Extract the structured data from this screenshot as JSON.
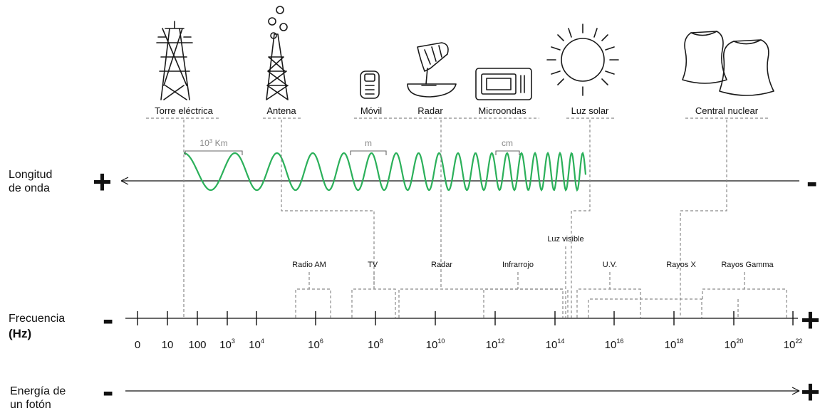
{
  "sources": [
    {
      "label": "Torre eléctrica",
      "icon": "power-tower-icon"
    },
    {
      "label": "Antena",
      "icon": "antenna-icon"
    },
    {
      "label": "Móvil",
      "icon": "mobile-phone-icon"
    },
    {
      "label": "Radar",
      "icon": "radar-icon"
    },
    {
      "label": "Microondas",
      "icon": "microwave-icon"
    },
    {
      "label": "Luz solar",
      "icon": "sun-icon"
    },
    {
      "label": "Central nuclear",
      "icon": "nuclear-plant-icon"
    }
  ],
  "wavelength": {
    "label_line1": "Longitud",
    "label_line2": "de onda",
    "left_sign": "+",
    "right_sign": "-",
    "scale_labels": [
      {
        "base": "10",
        "exp": "3",
        "unit": " Km"
      },
      {
        "text": "m"
      },
      {
        "text": "cm"
      }
    ],
    "wave_color": "#2bb05a"
  },
  "bands": [
    "Radio AM",
    "TV",
    "Radar",
    "Infrarrojo",
    "Luz visible",
    "U.V.",
    "Rayos X",
    "Rayos Gamma"
  ],
  "frequency": {
    "label_line1": "Frecuencia",
    "label_line2": "(Hz)",
    "left_sign": "-",
    "right_sign": "+",
    "ticks": [
      {
        "base": "0"
      },
      {
        "base": "10"
      },
      {
        "base": "100"
      },
      {
        "base": "10",
        "exp": "3"
      },
      {
        "base": "10",
        "exp": "4"
      },
      {
        "base": "10",
        "exp": "6"
      },
      {
        "base": "10",
        "exp": "8"
      },
      {
        "base": "10",
        "exp": "10"
      },
      {
        "base": "10",
        "exp": "12"
      },
      {
        "base": "10",
        "exp": "14"
      },
      {
        "base": "10",
        "exp": "16"
      },
      {
        "base": "10",
        "exp": "18"
      },
      {
        "base": "10",
        "exp": "20"
      },
      {
        "base": "10",
        "exp": "22"
      }
    ]
  },
  "energy": {
    "label_line1": "Energía de",
    "label_line2": "un fotón",
    "left_sign": "-",
    "right_sign": "+"
  }
}
